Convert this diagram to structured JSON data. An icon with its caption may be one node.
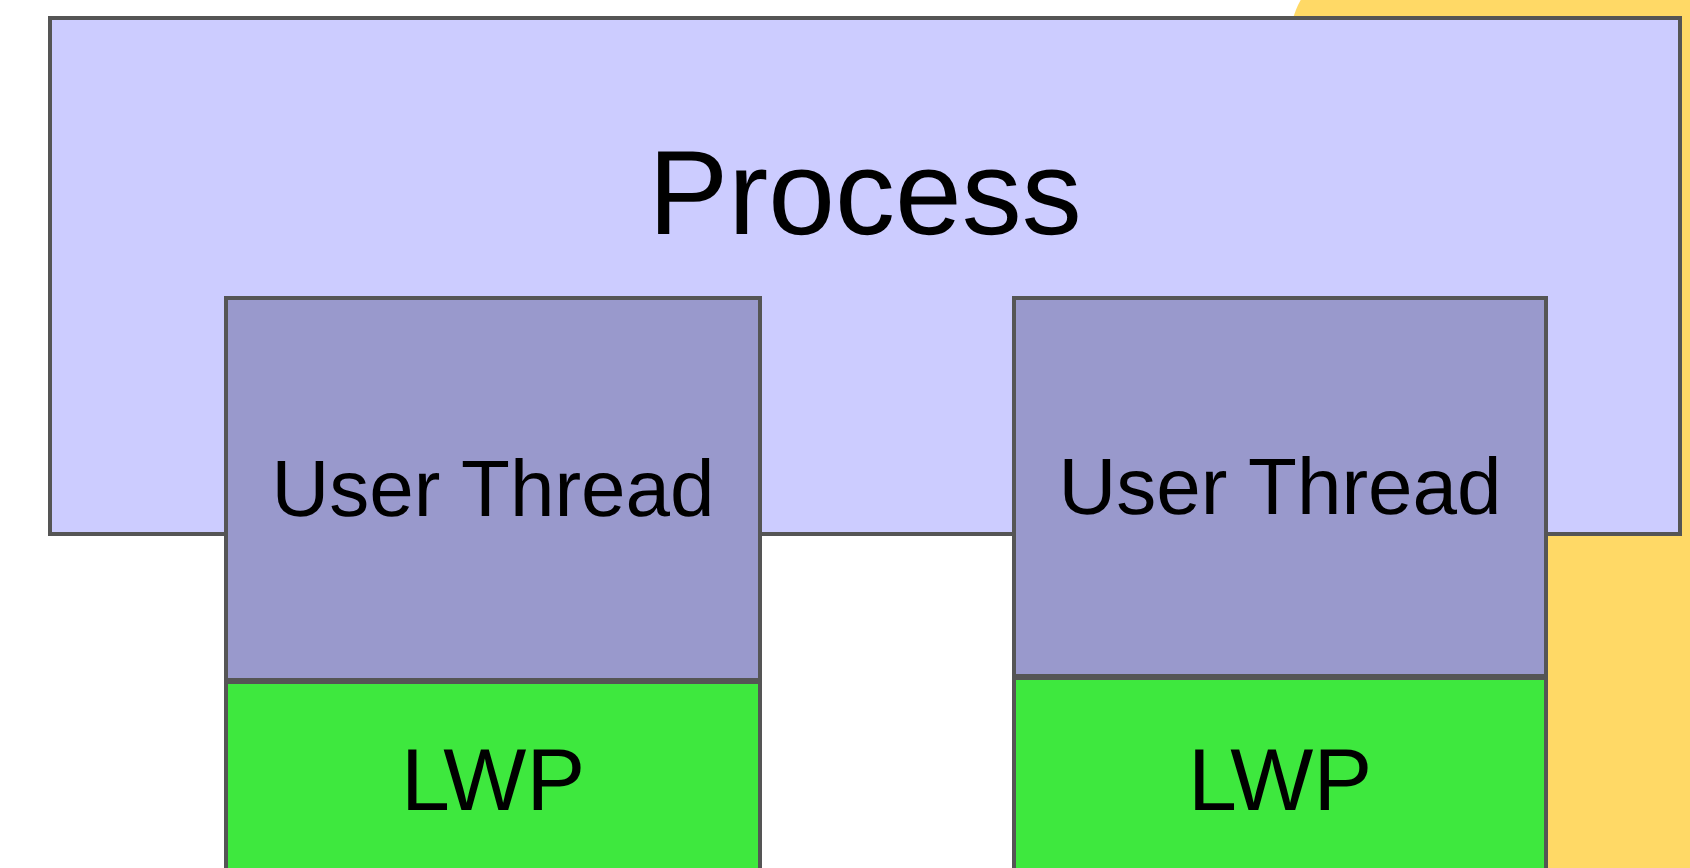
{
  "diagram": {
    "nodes": [
      {
        "text": [
          "Process"
        ]
      },
      {
        "text": [
          "User Thread"
        ]
      },
      {
        "text": [
          "LWP"
        ]
      },
      {
        "text": [
          "User Thread"
        ]
      },
      {
        "text": [
          "LWP"
        ]
      }
    ]
  }
}
